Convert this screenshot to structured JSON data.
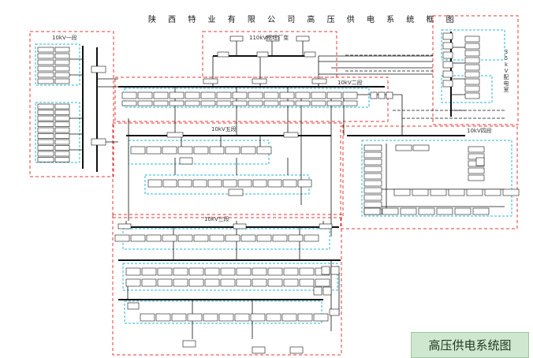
{
  "title": "陕 西 特 业 有 限 公 司 高 压 供 电 系 统 框 图",
  "zones": {
    "z10k_1": "10kV一段",
    "z110": "110kV枢纽厂变",
    "z35": "35kV配电室",
    "z10k_2": "10kV二段",
    "z10k_4": "10kV四段",
    "z10k_5": "10kV五段",
    "z10k_3": "10kV三段"
  },
  "caption": "高压供电系统图",
  "colors": {
    "zone_border": "#e53935",
    "cyan": "#29b6d8",
    "line": "#111111",
    "caption_bg": "#cfe6cf"
  }
}
